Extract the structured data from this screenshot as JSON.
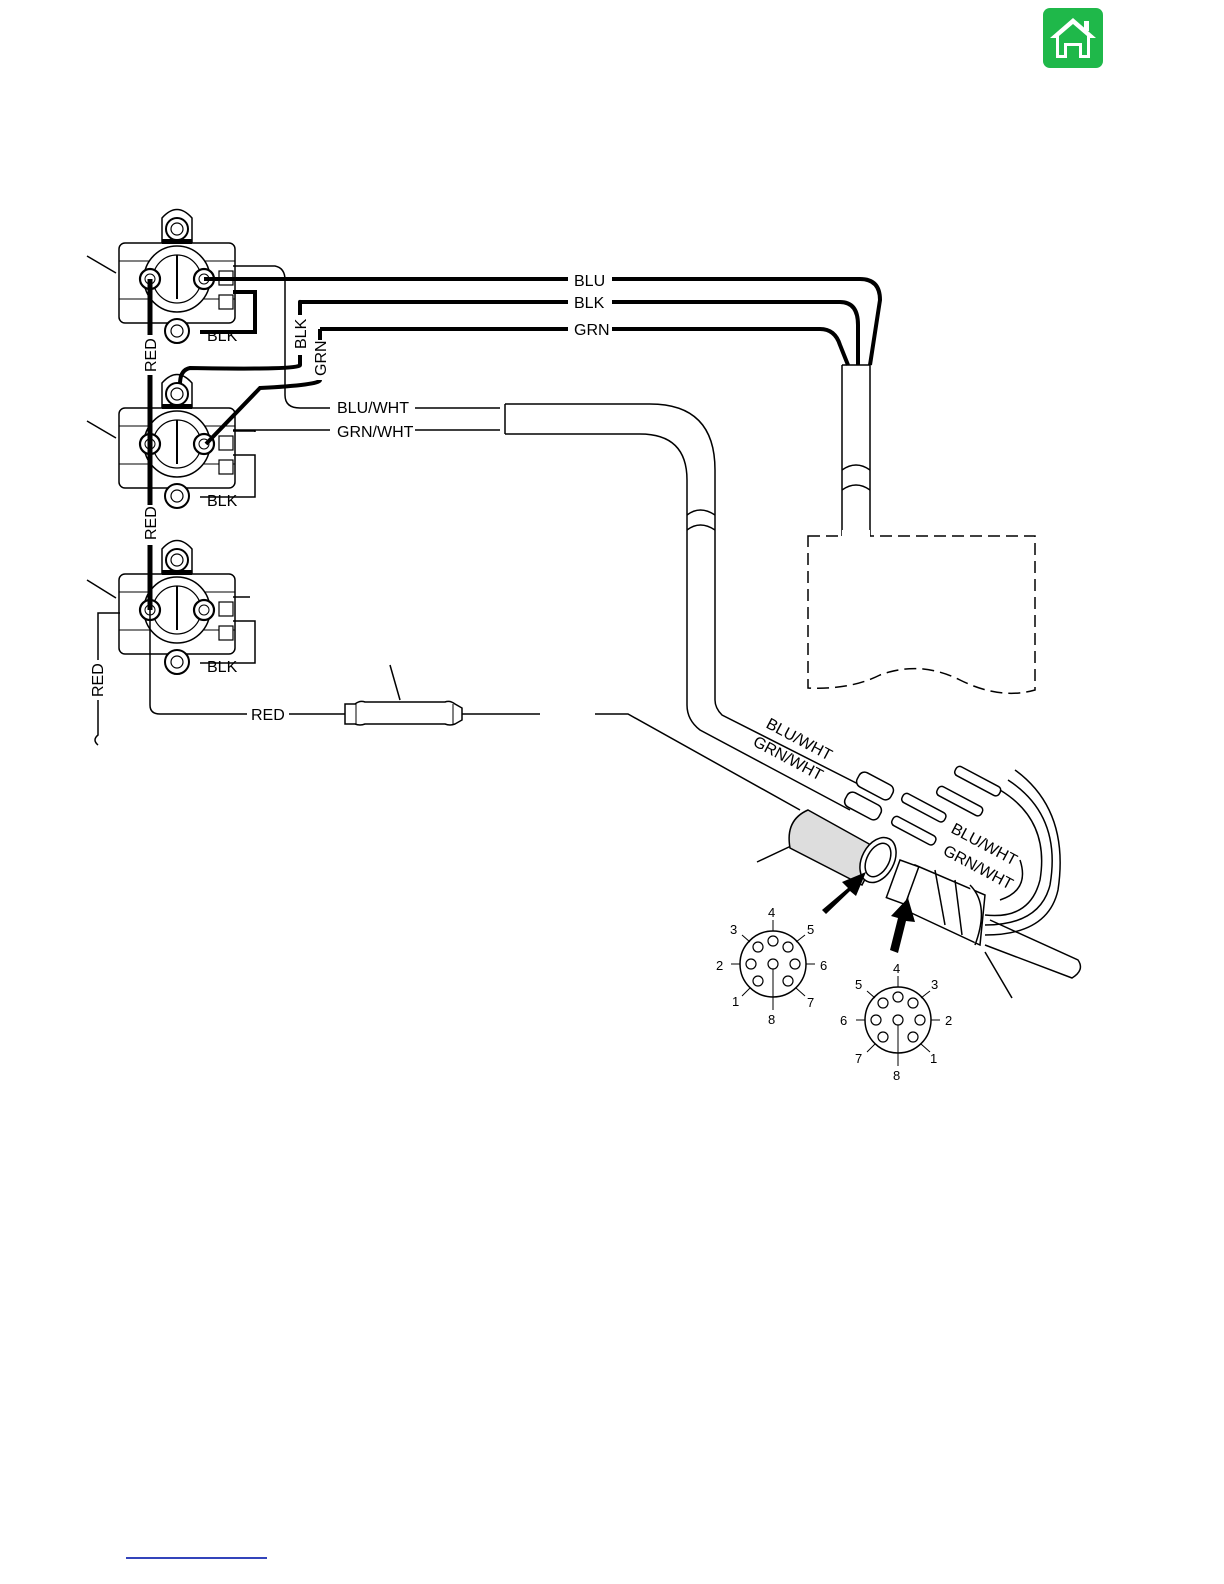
{
  "nav": {
    "home_icon": "home-icon",
    "home_color": "#1fb84a"
  },
  "wire_labels": {
    "blu": "BLU",
    "blk": "BLK",
    "grn": "GRN",
    "blu_wht": "BLU/WHT",
    "grn_wht": "GRN/WHT",
    "red": "RED"
  },
  "connector_pins": [
    "1",
    "2",
    "3",
    "4",
    "5",
    "6",
    "7",
    "8"
  ]
}
